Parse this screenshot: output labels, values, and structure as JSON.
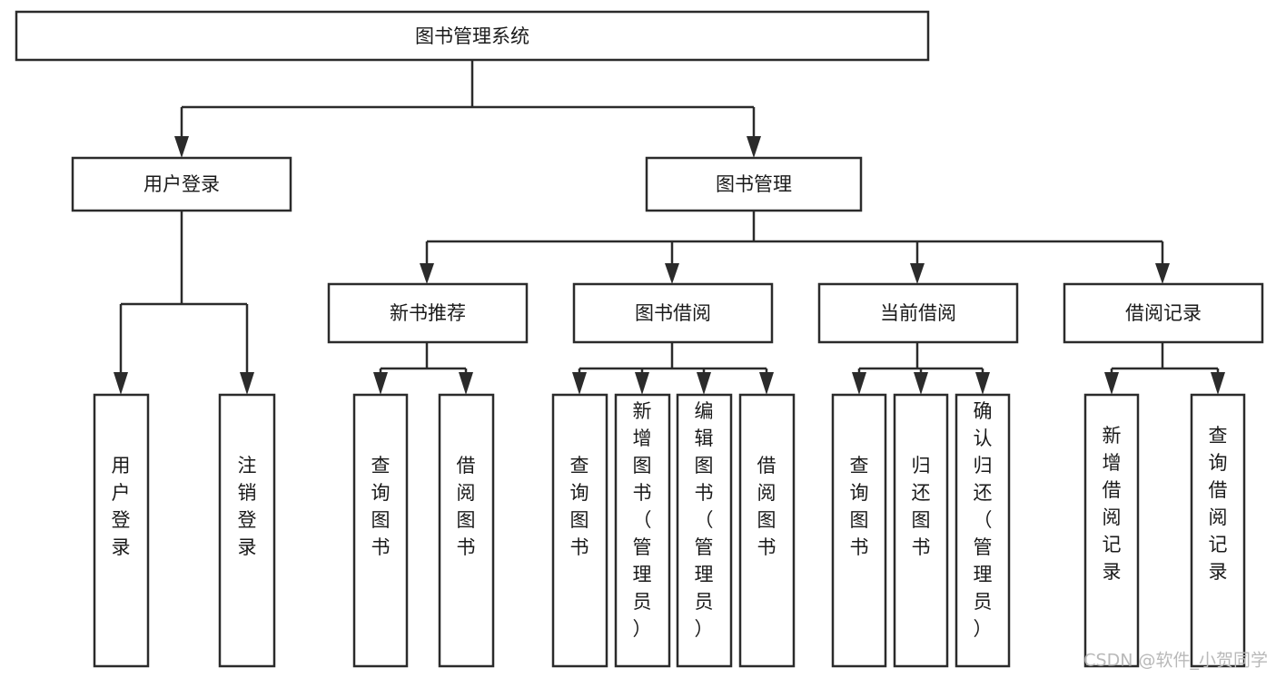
{
  "diagram": {
    "title": "图书管理系统",
    "type": "tree",
    "watermark": "CSDN @软件_小贺同学",
    "colors": {
      "stroke": "#2b2b2b",
      "fill": "#ffffff",
      "text": "#1a1a1a",
      "watermark": "#b9b9b9",
      "background": "#ffffff"
    },
    "nodes": {
      "root": {
        "label": "图书管理系统",
        "orientation": "horizontal"
      },
      "level2": [
        {
          "id": "user-login",
          "label": "用户登录",
          "orientation": "horizontal"
        },
        {
          "id": "book-manage",
          "label": "图书管理",
          "orientation": "horizontal"
        }
      ],
      "level3": [
        {
          "id": "new-book-recommend",
          "label": "新书推荐",
          "orientation": "horizontal"
        },
        {
          "id": "book-borrow",
          "label": "图书借阅",
          "orientation": "horizontal"
        },
        {
          "id": "current-borrow",
          "label": "当前借阅",
          "orientation": "horizontal"
        },
        {
          "id": "borrow-record",
          "label": "借阅记录",
          "orientation": "horizontal"
        }
      ],
      "leaves": [
        {
          "id": "leaf-user-login",
          "label": "用户登录",
          "parent": "user-login",
          "orientation": "vertical"
        },
        {
          "id": "leaf-user-logout",
          "label": "注销登录",
          "parent": "user-login",
          "orientation": "vertical"
        },
        {
          "id": "leaf-query-book-1",
          "label": "查询图书",
          "parent": "new-book-recommend",
          "orientation": "vertical"
        },
        {
          "id": "leaf-borrow-book-1",
          "label": "借阅图书",
          "parent": "new-book-recommend",
          "orientation": "vertical"
        },
        {
          "id": "leaf-query-book-2",
          "label": "查询图书",
          "parent": "book-borrow",
          "orientation": "vertical"
        },
        {
          "id": "leaf-add-book",
          "label": "新增图书（管理员）",
          "parent": "book-borrow",
          "orientation": "vertical"
        },
        {
          "id": "leaf-edit-book",
          "label": "编辑图书（管理员）",
          "parent": "book-borrow",
          "orientation": "vertical"
        },
        {
          "id": "leaf-borrow-book-2",
          "label": "借阅图书",
          "parent": "book-borrow",
          "orientation": "vertical"
        },
        {
          "id": "leaf-query-book-3",
          "label": "查询图书",
          "parent": "current-borrow",
          "orientation": "vertical"
        },
        {
          "id": "leaf-return-book",
          "label": "归还图书",
          "parent": "current-borrow",
          "orientation": "vertical"
        },
        {
          "id": "leaf-confirm-return",
          "label": "确认归还（管理员）",
          "parent": "current-borrow",
          "orientation": "vertical"
        },
        {
          "id": "leaf-add-record",
          "label": "新增借阅记录",
          "parent": "borrow-record",
          "orientation": "vertical"
        },
        {
          "id": "leaf-query-record",
          "label": "查询借阅记录",
          "parent": "borrow-record",
          "orientation": "vertical"
        }
      ]
    }
  }
}
